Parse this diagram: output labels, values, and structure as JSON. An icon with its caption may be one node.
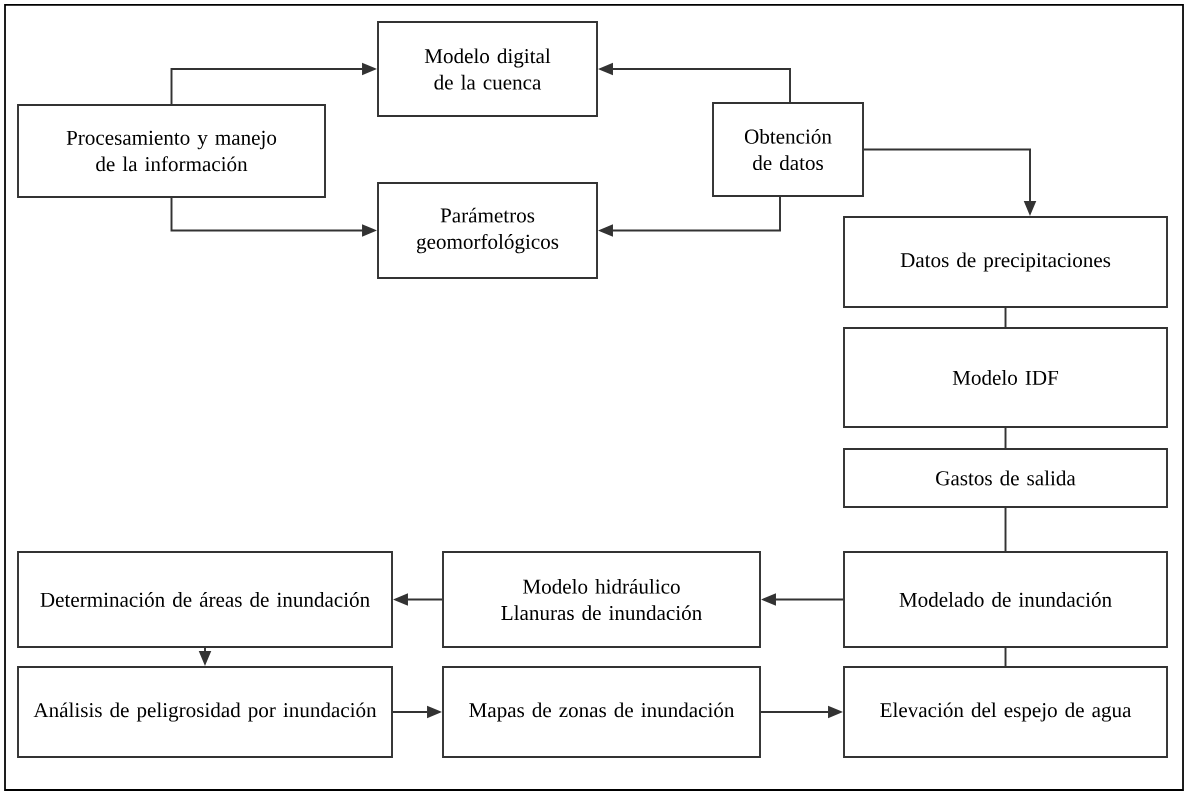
{
  "diagram": {
    "nodes": [
      {
        "text": [
          "Procesamiento y manejo de la información"
        ]
      },
      {
        "text": [
          "Modelo digital de la cuenca"
        ]
      },
      {
        "text": [
          "Obtención de datos"
        ]
      },
      {
        "text": [
          "Parámetros geomorfológicos"
        ]
      },
      {
        "text": [
          "Datos de precipitaciones"
        ]
      },
      {
        "text": [
          "Modelo IDF"
        ]
      },
      {
        "text": [
          "Gastos de salida"
        ]
      },
      {
        "text": [
          "Modelado de inundación"
        ]
      },
      {
        "text": [
          "Modelo hidráulico Llanuras de inundación"
        ]
      },
      {
        "text": [
          "Determinación de áreas de inundación"
        ]
      },
      {
        "text": [
          "Análisis de peligrosidad por inundación"
        ]
      },
      {
        "text": [
          "Mapas de zonas de inundación"
        ]
      },
      {
        "text": [
          "Elevación del espejo de agua"
        ]
      }
    ],
    "edges": [
      {
        "from": 0,
        "to": 1,
        "arrow": "to"
      },
      {
        "from": 0,
        "to": 3,
        "arrow": "to"
      },
      {
        "from": 2,
        "to": 1,
        "arrow": "to"
      },
      {
        "from": 2,
        "to": 3,
        "arrow": "to"
      },
      {
        "from": 2,
        "to": 4,
        "arrow": "to"
      },
      {
        "from": 4,
        "to": 5,
        "arrow": "none"
      },
      {
        "from": 5,
        "to": 6,
        "arrow": "none"
      },
      {
        "from": 6,
        "to": 7,
        "arrow": "none"
      },
      {
        "from": 7,
        "to": 8,
        "arrow": "to"
      },
      {
        "from": 8,
        "to": 9,
        "arrow": "to"
      },
      {
        "from": 9,
        "to": 10,
        "arrow": "to"
      },
      {
        "from": 10,
        "to": 11,
        "arrow": "to"
      },
      {
        "from": 11,
        "to": 12,
        "arrow": "to"
      },
      {
        "from": 7,
        "to": 12,
        "arrow": "none"
      }
    ]
  }
}
